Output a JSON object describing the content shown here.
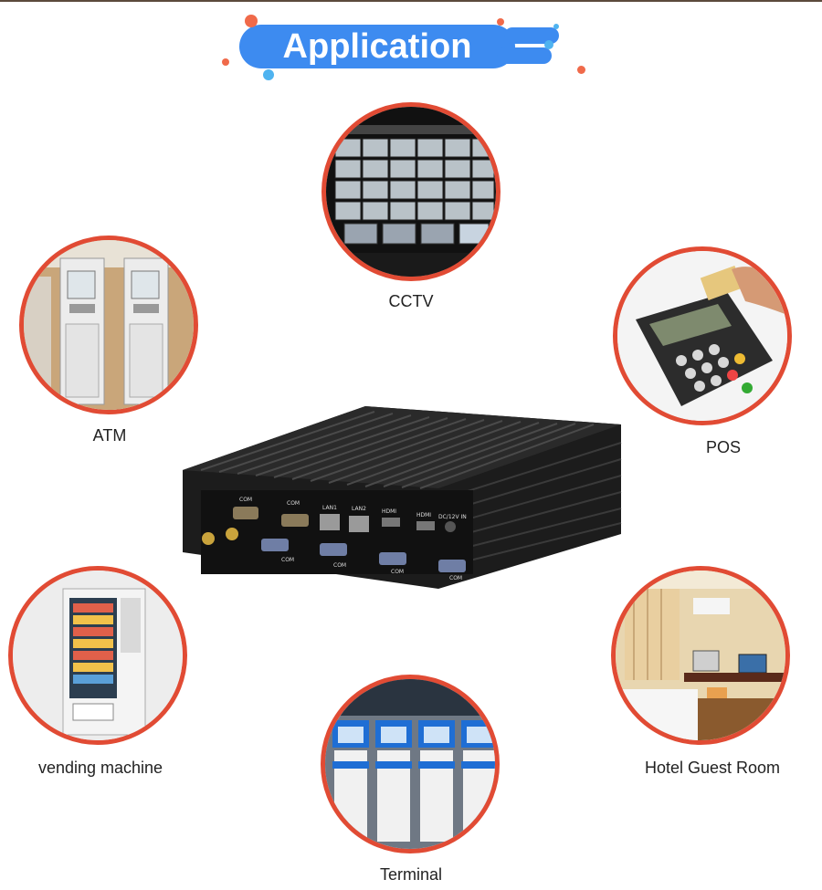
{
  "header": {
    "title": "Application"
  },
  "applications": [
    {
      "id": "cctv",
      "label": "CCTV"
    },
    {
      "id": "atm",
      "label": "ATM"
    },
    {
      "id": "pos",
      "label": "POS"
    },
    {
      "id": "vending",
      "label": "vending machine"
    },
    {
      "id": "hotel",
      "label": "Hotel Guest Room"
    },
    {
      "id": "terminal",
      "label": "Terminal"
    }
  ],
  "device": {
    "ports": {
      "com": "COM",
      "lan1": "LAN1",
      "lan2": "LAN2",
      "hdmi": "HDMI",
      "dc": "DC/12V IN"
    }
  },
  "colors": {
    "accent": "#3d8bf0",
    "circle_border": "#e14b34",
    "dot_orange": "#f06a4a",
    "dot_blue": "#4fb3f0"
  }
}
